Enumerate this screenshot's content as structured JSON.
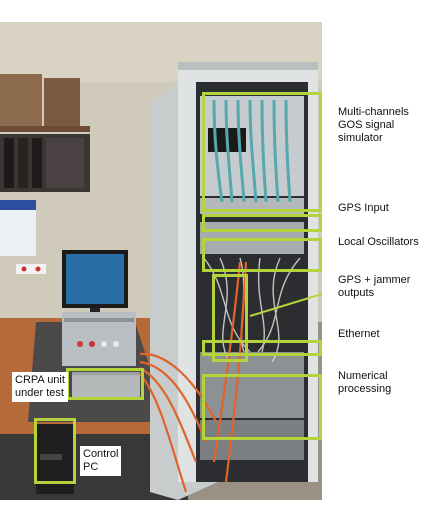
{
  "figure": {
    "labels": {
      "simulator": "Multi-channels\nGOS signal\nsimulator",
      "gps_input": "GPS Input",
      "local_osc": "Local Oscillators",
      "gps_jammer": "GPS + jammer\noutputs",
      "ethernet": "Ethernet",
      "numerical": "Numerical\nprocessing",
      "crpa": "CRPA unit\nunder test",
      "control_pc": "Control\nPC"
    },
    "colors": {
      "highlight": "#b5d33a",
      "rack": "#d9dcdc",
      "cable_orange": "#e0632a",
      "cable_teal": "#55a9ad"
    }
  }
}
